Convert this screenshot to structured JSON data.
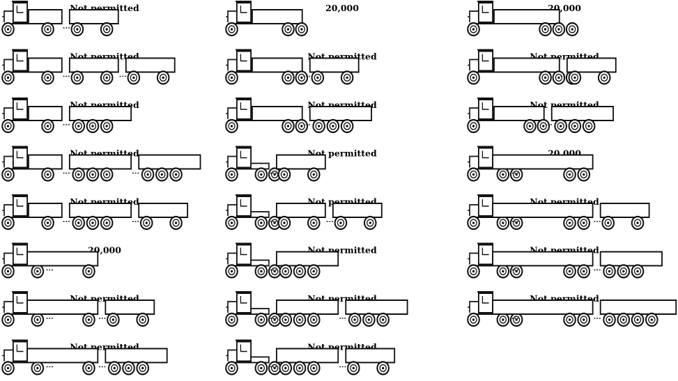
{
  "columns": [
    {
      "id": "left",
      "items": [
        {
          "label": "Not permitted",
          "units": [
            {
              "kind": "truck",
              "rear_axles": 1
            },
            {
              "kind": "trailer",
              "axles": 2
            }
          ]
        },
        {
          "label": "Not permitted",
          "units": [
            {
              "kind": "truck",
              "rear_axles": 1
            },
            {
              "kind": "trailer",
              "axles": 2
            },
            {
              "kind": "trailer",
              "axles": 2
            }
          ]
        },
        {
          "label": "Not permitted",
          "units": [
            {
              "kind": "truck",
              "rear_axles": 1
            },
            {
              "kind": "trailer",
              "axles": 3
            }
          ]
        },
        {
          "label": "Not permitted",
          "units": [
            {
              "kind": "truck",
              "rear_axles": 1
            },
            {
              "kind": "trailer",
              "axles": 3
            },
            {
              "kind": "trailer",
              "axles": 3
            }
          ]
        },
        {
          "label": "Not permitted",
          "units": [
            {
              "kind": "truck",
              "rear_axles": 1
            },
            {
              "kind": "trailer",
              "axles": 3
            },
            {
              "kind": "trailer",
              "axles": 2
            }
          ]
        },
        {
          "label": "20,000",
          "units": [
            {
              "kind": "tractor",
              "rear_axles": 1
            },
            {
              "kind": "semi",
              "axles": 1
            }
          ]
        },
        {
          "label": "Not permitted",
          "units": [
            {
              "kind": "tractor",
              "rear_axles": 1
            },
            {
              "kind": "semi",
              "axles": 1
            },
            {
              "kind": "trailer",
              "axles": 2
            }
          ]
        },
        {
          "label": "Not permitted",
          "units": [
            {
              "kind": "tractor",
              "rear_axles": 1
            },
            {
              "kind": "semi",
              "axles": 1
            },
            {
              "kind": "trailer",
              "axles": 3
            }
          ]
        }
      ]
    },
    {
      "id": "middle",
      "items": [
        {
          "label": "20,000",
          "units": [
            {
              "kind": "truck",
              "rear_axles": 2
            }
          ]
        },
        {
          "label": "Not permitted",
          "units": [
            {
              "kind": "truck",
              "rear_axles": 2
            },
            {
              "kind": "trailer",
              "axles": 2
            }
          ]
        },
        {
          "label": "Not permitted",
          "units": [
            {
              "kind": "truck",
              "rear_axles": 2
            },
            {
              "kind": "trailer",
              "axles": 3
            }
          ]
        },
        {
          "label": "Not permitted",
          "units": [
            {
              "kind": "tractor",
              "rear_axles": 2
            },
            {
              "kind": "trailer",
              "axles": 2
            }
          ]
        },
        {
          "label": "Not permitted",
          "units": [
            {
              "kind": "tractor",
              "rear_axles": 2
            },
            {
              "kind": "trailer",
              "axles": 2
            },
            {
              "kind": "trailer",
              "axles": 2
            }
          ]
        },
        {
          "label": "Not permitted",
          "units": [
            {
              "kind": "tractor",
              "rear_axles": 2
            },
            {
              "kind": "trailer",
              "axles": 3
            }
          ]
        },
        {
          "label": "Not permitted",
          "units": [
            {
              "kind": "tractor",
              "rear_axles": 2
            },
            {
              "kind": "trailer",
              "axles": 3
            },
            {
              "kind": "trailer",
              "axles": 3
            }
          ]
        },
        {
          "label": "Not permitted",
          "units": [
            {
              "kind": "tractor",
              "rear_axles": 2
            },
            {
              "kind": "trailer",
              "axles": 3
            },
            {
              "kind": "trailer",
              "axles": 2
            }
          ]
        }
      ]
    },
    {
      "id": "right",
      "items": [
        {
          "label": "20,000",
          "units": [
            {
              "kind": "truck",
              "rear_axles": 3
            }
          ]
        },
        {
          "label": "Not permitted",
          "units": [
            {
              "kind": "truck",
              "rear_axles": 3
            },
            {
              "kind": "trailer",
              "axles": 2
            }
          ]
        },
        {
          "label": "Not permitted",
          "units": [
            {
              "kind": "truck",
              "rear_axles": 2
            },
            {
              "kind": "trailer",
              "axles": 3
            }
          ]
        },
        {
          "label": "20,000",
          "units": [
            {
              "kind": "tractor",
              "rear_axles": 2
            },
            {
              "kind": "semi",
              "axles": 2
            }
          ]
        },
        {
          "label": "Not permitted",
          "units": [
            {
              "kind": "tractor",
              "rear_axles": 2
            },
            {
              "kind": "semi",
              "axles": 2
            },
            {
              "kind": "trailer",
              "axles": 2
            }
          ]
        },
        {
          "label": "Not permitted",
          "units": [
            {
              "kind": "tractor",
              "rear_axles": 2
            },
            {
              "kind": "semi",
              "axles": 2
            },
            {
              "kind": "trailer",
              "axles": 3
            }
          ]
        },
        {
          "label": "Not permitted",
          "units": [
            {
              "kind": "tractor",
              "rear_axles": 2
            },
            {
              "kind": "semi",
              "axles": 2
            },
            {
              "kind": "trailer",
              "axles": 4
            }
          ]
        }
      ]
    }
  ],
  "colors": {
    "ink": "#111111",
    "paper": "#ffffff"
  }
}
